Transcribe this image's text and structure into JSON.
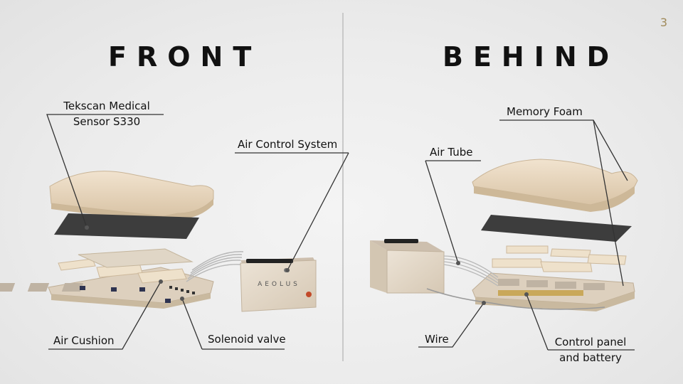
{
  "slide": {
    "page_number": "3"
  },
  "headings": {
    "front": "FRONT",
    "behind": "BEHIND"
  },
  "labels": {
    "sensor_line1": "Tekscan Medical",
    "sensor_line2": "Sensor S330",
    "air_control_system": "Air Control System",
    "air_cushion": "Air Cushion",
    "solenoid_valve": "Solenoid valve",
    "memory_foam": "Memory Foam",
    "air_tube": "Air Tube",
    "wire": "Wire",
    "control_panel_line1": "Control panel",
    "control_panel_line2": "and battery"
  },
  "device": {
    "brand_text": "AEOLUS"
  },
  "colors": {
    "foam": "#e8d6bd",
    "foam_shadow": "#d2bd9f",
    "sensor": "#3a3a3a",
    "box": "#e4d8c8",
    "tray": "#ddd2c2",
    "line": "#333333"
  }
}
